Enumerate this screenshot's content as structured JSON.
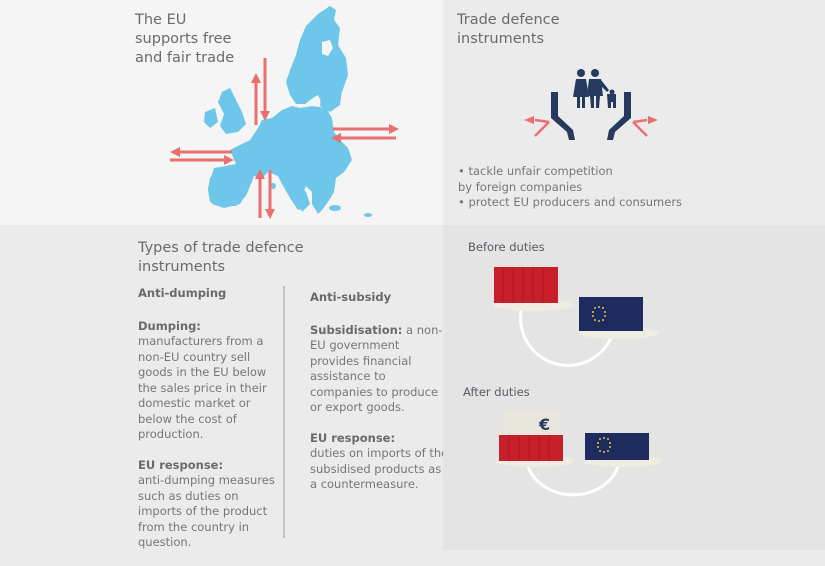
{
  "top_left": {
    "title_lines": [
      "The EU",
      "supports free",
      "and fair trade"
    ],
    "icon": "eu-map-with-trade-arrows",
    "colors": {
      "map": "#6ec6ea",
      "arrows": "#e8706f"
    }
  },
  "top_right": {
    "title_lines": [
      "Trade defence",
      "instruments"
    ],
    "icon": "hands-protecting-family",
    "bullets": [
      "• tackle unfair competition",
      "by foreign companies",
      "• protect EU producers and consumers"
    ],
    "colors": {
      "icon": "#243a5e",
      "arrows": "#e8706f"
    }
  },
  "bottom_left": {
    "title_lines": [
      "Types of trade defence",
      "instruments"
    ],
    "anti_dumping": {
      "heading": "Anti-dumping",
      "def_label": "Dumping:",
      "def_text": "manufacturers from a non-EU country sell goods in the EU below the sales price in their domestic market or below the cost of production.",
      "response_label": "EU response:",
      "response_text": "anti-dumping measures such as duties on imports of the product from the country in question."
    },
    "anti_subsidy": {
      "heading": "Anti-subsidy",
      "def_label": "Subsidisation:",
      "def_text": " a non-EU government provides financial assistance to companies to produce or export goods.",
      "response_label": "EU response:",
      "response_text": "duties on imports of the subsidised products as a countermeasure."
    }
  },
  "bottom_right": {
    "before_label": "Before duties",
    "after_label": "After duties",
    "euro_symbol": "€",
    "colors": {
      "foreign_container": "#c8202a",
      "eu_container": "#1e2b5e",
      "stars": "#e7c43a",
      "plate": "#efece2",
      "duty_box": "#e9e6dc"
    }
  }
}
